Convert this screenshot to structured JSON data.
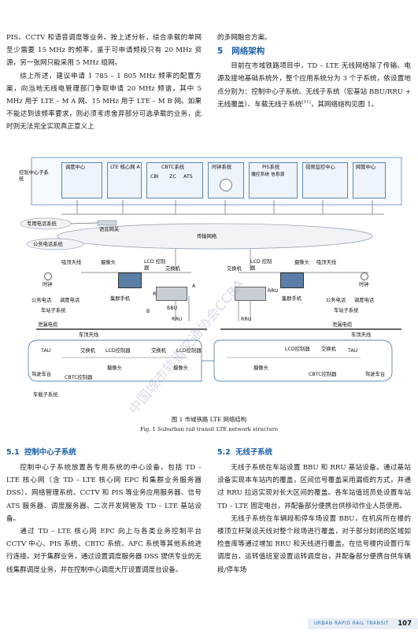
{
  "top_left": {
    "p1": "PIS、CCTV 和语音调度等业务。按上述分析，综合承载的单网至少需要 15 MHz 的频率，鉴于可申请频段只有 20 MHz 资源，另一张网只能采用 5 MHz 组网。",
    "p2": "综上所述，建议申请 1 785 – 1 805 MHz 频率的配置方案，向当地无线电管理部门争取申请 20 MHz 频谱，其中 5 MHz 用于 LTE – M A 网、15 MHz 用于 LTE – M B 网。如果不能达到该频率要求，则必须考虑舍弃部分可选承载的业务，此时则无法完全实现真正意义上"
  },
  "top_right": {
    "p1": "的多网融合方案。",
    "section_num": "5",
    "section_title": "网络架构",
    "p2": "目前在市域铁路项目中，TD – LTE 无线网络除了传输、电源及接地基础系统外，整个应用系统分为 3 个子系统，依设置地点分别为：控制中心子系统、无线子系统（宏基站 BBU/RRU + 无线覆盖）、车载无线子系统",
    "cite": "[11]",
    "p2_tail": "，其网络结构见图 1。"
  },
  "figure": {
    "control_center": "控制中心子系统",
    "dispatch": "调度中心",
    "lte_core": "LTE 核心网 A",
    "cbtc": "CBTC系统",
    "cbtc_items": [
      "CBI",
      "ZC",
      "ATS"
    ],
    "clock_sys": "时钟系统",
    "pis": "PIS系统",
    "pis_sub": "播控系统  信息源",
    "video": "视频监控中心",
    "gateway_center": "网管中心",
    "private_tel": "专用电话系统",
    "voice_gw": "语音网关",
    "public_tel": "公务电话系统",
    "transport": "传输网络",
    "absorb_antenna_l": "吸顶天线",
    "camera_l": "摄像头",
    "lcd_l": "LCD 控制器",
    "switch_l": "交换机",
    "clock_l": "时钟",
    "rru_l": "RRU",
    "cluster_phone_l": "集群手机",
    "public_phone_l": "公务电话",
    "dispatch_phone_l": "调度电话",
    "station_l": "车站子系统",
    "bbu": "BBU",
    "switch_r": "交换机",
    "lcd_r": "LCD 控制器",
    "camera_r": "摄像头",
    "absorb_antenna_r": "吸顶天线",
    "clock_r": "时钟",
    "rru_r": "RRU",
    "cluster_phone_r": "集群手机",
    "public_phone_r": "公务电话",
    "dispatch_phone_r": "调度电话",
    "station_r": "车站子系统",
    "leaky_l": "泄漏电缆",
    "leaky_r": "泄漏电缆",
    "rru_bottom_l": "RRU",
    "rru_bottom_r": "RRU",
    "roof_antenna_l": "车顶天线",
    "roof_antenna_r": "车顶天线",
    "tau_l": "TAU",
    "tau_r": "TAU",
    "veh_switch_l": "交换机",
    "veh_lcd_l": "LCD控制器",
    "veh_switch_m": "交换机",
    "veh_lcd_m": "LCD控制器",
    "veh_lcd_r": "LCD控制器",
    "veh_switch_r": "交换机",
    "cab_l": "驾驶车台",
    "cab_r": "驾驶车台",
    "veh_camera_l": "摄像头",
    "veh_camera_m": "摄像头",
    "veh_camera_r": "摄像头",
    "cbtc_ctrl_l": "CBTC控制器",
    "cbtc_ctrl_r": "CBTC控制器",
    "vehicle_sub": "车载子系统",
    "letter_a": "A",
    "letter_b": "B",
    "watermark": "中国城市轨道交通协会CCRA"
  },
  "caption": {
    "cn": "图 1   市域铁路 LTE 网络结构",
    "en": "Fig. 1    Suburban rail transit LTE network structure"
  },
  "bottom_left": {
    "sec_num": "5.1",
    "sec_title": "控制中心子系统",
    "p1": "控制中心子系统放置各专用系统的中心设备，包括 TD – LTE 核心网（含 TD – LTE 核心网 EPC 和集群业务服务器 DSS）、网络管理系统、CCTV 和 PIS 等业务应用服务器、信号 ATS 服务器、调度服务器、二次开发网管及 TD – LTE 基站设备。",
    "p2": "通过 TD – LTE 核心网 EPC 向上与各类业务控制平台 CCTV 中心、PIS 系统、CBTC 系统、AFC 系统等其他系统进行连接。对于集群业务，通过设置调度服务器 DSS 提供专业的无线集群调度业务，并在控制中心调度大厅设置调度台设备。"
  },
  "bottom_right": {
    "sec_num": "5.2",
    "sec_title": "无线子系统",
    "p1": "无线子系统在车站设置 BBU 和 RRU 基站设备。通过基站设备实现本车站内的覆盖，区间信号覆盖采用漏缆的方式，并通过 RRU 拉远实现对长大区间的覆盖。各车站值班员处设置车站 TD – LTE 固定电台，并配备部分便携台供移动作业人员使用。",
    "p2": "无线子系统在车辆段和停车场设置 BBU，在机房所在楼的楼顶立杆架设天线对整个段场进行覆盖，对于部分封闭的区域如检查库等通过增加 RRU 和天线进行覆盖。在信号楼内设置行车调度台，运转值班室设置运转调度台，并配备部分便携台供车辆段/停车场"
  },
  "footer": {
    "journal": "URBAN RAPID RAIL TRANSIT",
    "page": "107"
  },
  "colors": {
    "accent": "#1b5fa8",
    "box_border": "#5a87b8",
    "box_fill": "#eef4fb",
    "link_line": "#6b6b6b"
  }
}
